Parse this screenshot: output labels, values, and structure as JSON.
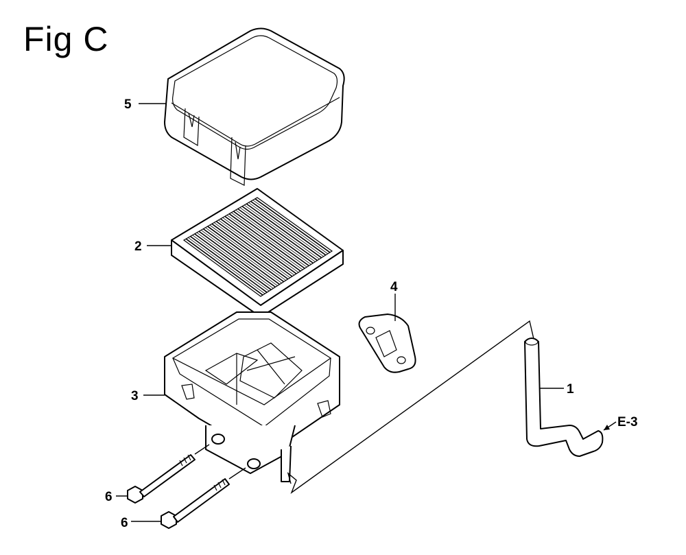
{
  "figure": {
    "title": "Fig C"
  },
  "callouts": [
    {
      "id": "cover",
      "label": "5"
    },
    {
      "id": "element",
      "label": "2"
    },
    {
      "id": "case",
      "label": "3"
    },
    {
      "id": "gasket",
      "label": "4"
    },
    {
      "id": "tube",
      "label": "1"
    },
    {
      "id": "bolt-upper",
      "label": "6"
    },
    {
      "id": "bolt-lower",
      "label": "6"
    }
  ],
  "reference": {
    "label": "E-3"
  }
}
